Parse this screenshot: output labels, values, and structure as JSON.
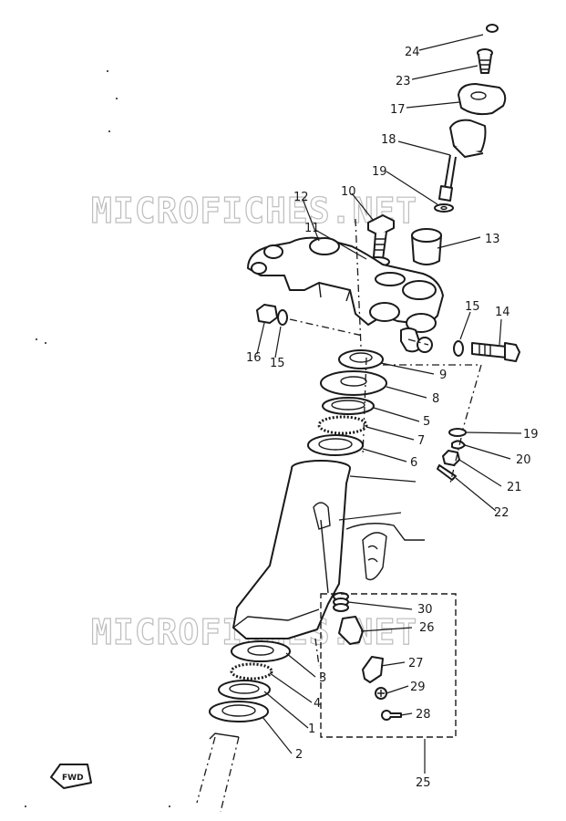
{
  "watermarks": [
    "MICROFICHES.NET",
    "MICROFICHES.NET"
  ],
  "direction_tag": "FWD",
  "callouts": [
    "24",
    "23",
    "17",
    "18",
    "19",
    "10",
    "12",
    "11",
    "13",
    "15",
    "14",
    "16",
    "15",
    "9",
    "8",
    "5",
    "7",
    "6",
    "19",
    "20",
    "21",
    "22",
    "30",
    "26",
    "27",
    "29",
    "28",
    "3",
    "4",
    "1",
    "2",
    "25"
  ]
}
